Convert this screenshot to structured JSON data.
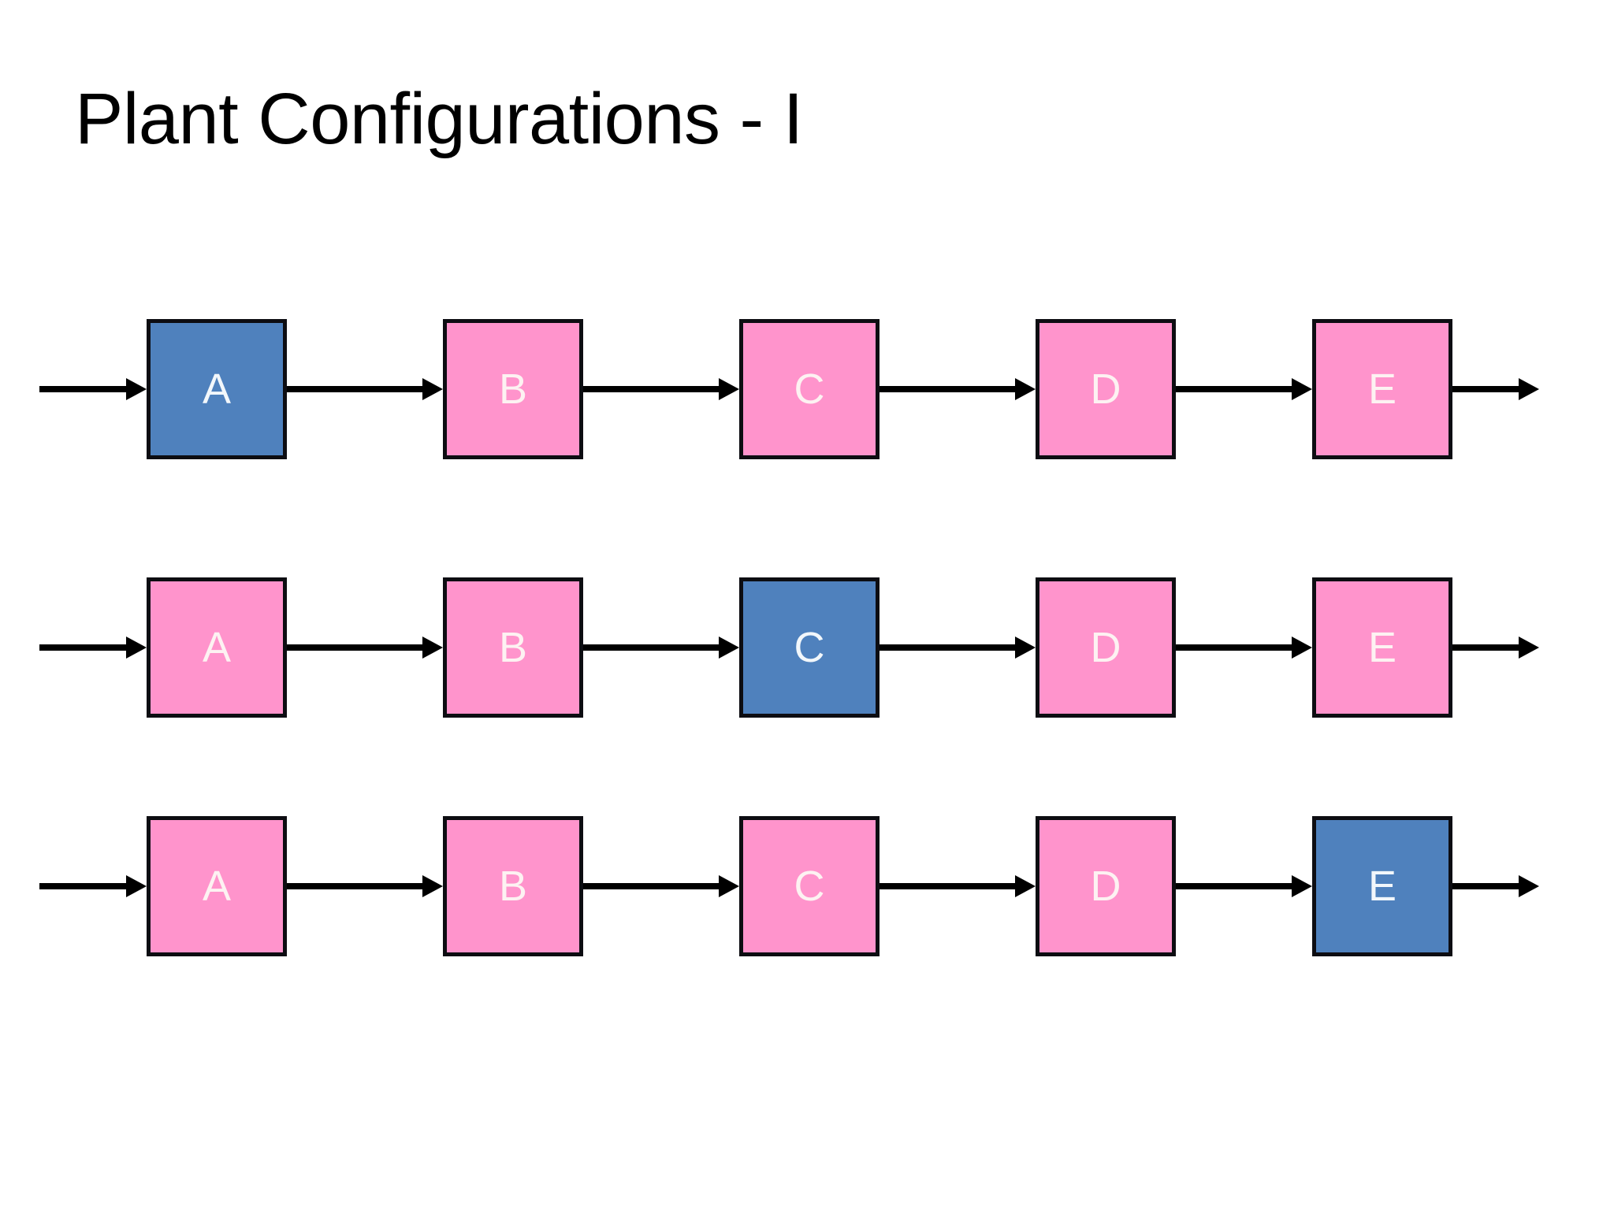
{
  "slide": {
    "title": "Plant Configurations - I",
    "background_color": "#ffffff"
  },
  "colors": {
    "highlight_fill": "#4f81bd",
    "default_fill": "#ff94cc",
    "box_border": "#0d0d12",
    "label_text": "#fdf2f2",
    "arrow": "#000000"
  },
  "diagram": {
    "type": "process-flow",
    "stage_labels": [
      "A",
      "B",
      "C",
      "D",
      "E"
    ],
    "rows": [
      {
        "name": "configuration-1",
        "highlighted_stage": "A",
        "nodes": [
          {
            "label": "A",
            "state": "highlighted"
          },
          {
            "label": "B",
            "state": "default"
          },
          {
            "label": "C",
            "state": "default"
          },
          {
            "label": "D",
            "state": "default"
          },
          {
            "label": "E",
            "state": "default"
          }
        ]
      },
      {
        "name": "configuration-2",
        "highlighted_stage": "C",
        "nodes": [
          {
            "label": "A",
            "state": "default"
          },
          {
            "label": "B",
            "state": "default"
          },
          {
            "label": "C",
            "state": "highlighted"
          },
          {
            "label": "D",
            "state": "default"
          },
          {
            "label": "E",
            "state": "default"
          }
        ]
      },
      {
        "name": "configuration-3",
        "highlighted_stage": "E",
        "nodes": [
          {
            "label": "A",
            "state": "default"
          },
          {
            "label": "B",
            "state": "default"
          },
          {
            "label": "C",
            "state": "default"
          },
          {
            "label": "D",
            "state": "default"
          },
          {
            "label": "E",
            "state": "highlighted"
          }
        ]
      }
    ]
  }
}
